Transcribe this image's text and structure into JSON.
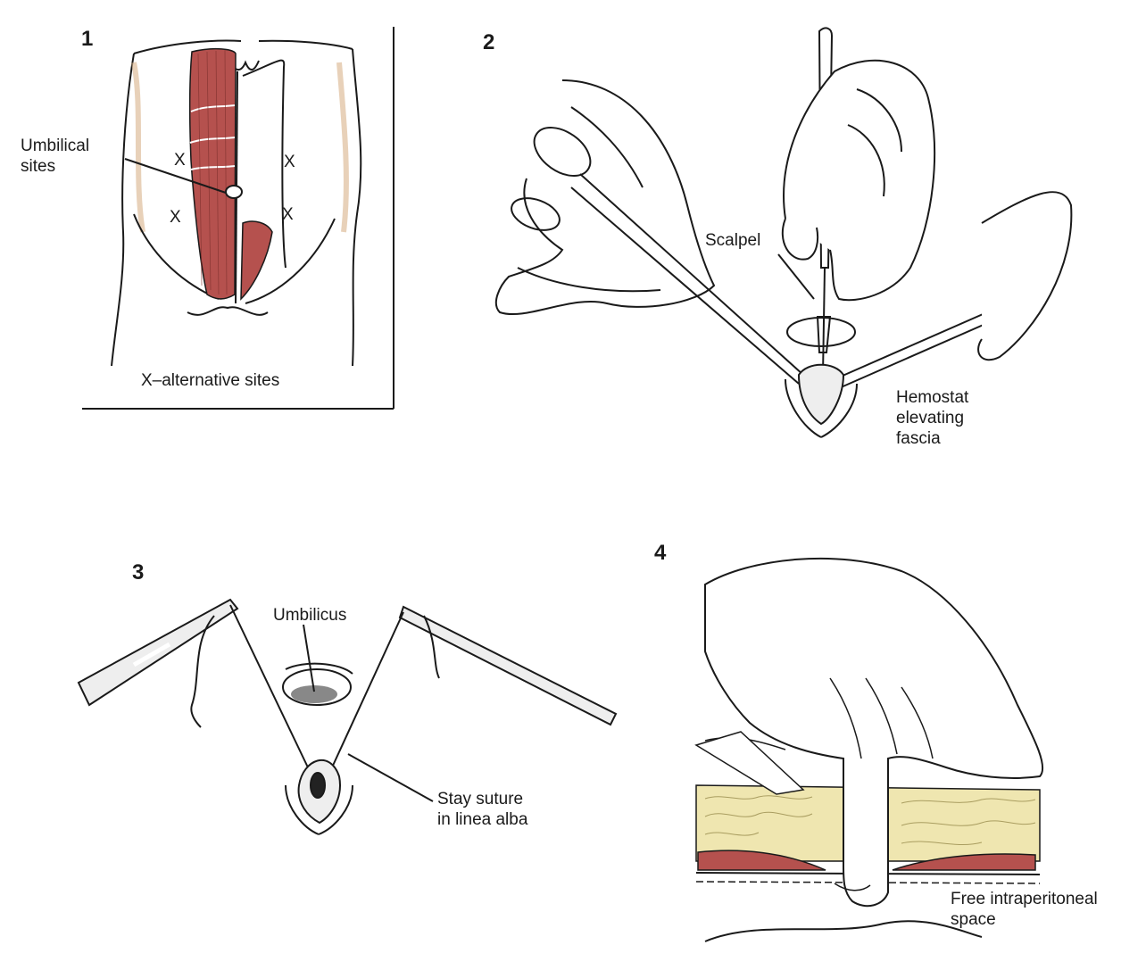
{
  "panels": [
    {
      "number": "1",
      "labels": {
        "umbilical_line1": "Umbilical",
        "umbilical_line2": "sites",
        "alternative": "X–alternative sites",
        "x_mark": "X"
      }
    },
    {
      "number": "2",
      "labels": {
        "scalpel": "Scalpel",
        "hemostat_line1": "Hemostat",
        "hemostat_line2": "elevating",
        "hemostat_line3": "fascia"
      }
    },
    {
      "number": "3",
      "labels": {
        "umbilicus": "Umbilicus",
        "stay_line1": "Stay suture",
        "stay_line2": "in linea alba"
      }
    },
    {
      "number": "4",
      "labels": {
        "free_line1": "Free intraperitoneal",
        "free_line2": "space"
      }
    }
  ],
  "colors": {
    "muscle": "#b5514e",
    "fat": "#efe6b0",
    "skin_shade": "#d8b28a",
    "line": "#1a1a1a"
  }
}
